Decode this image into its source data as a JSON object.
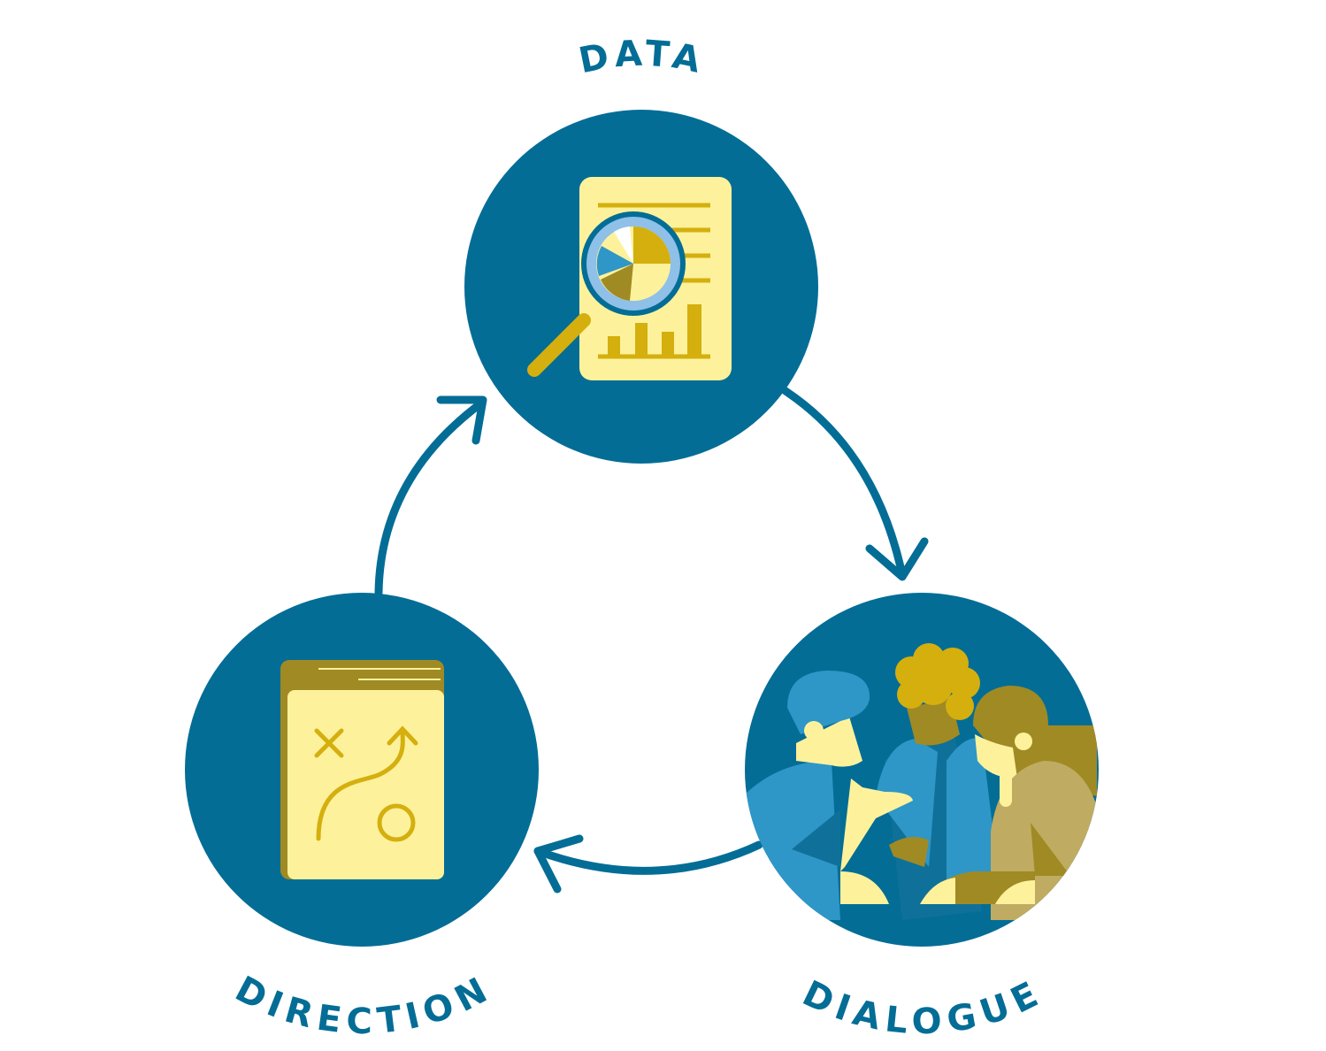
{
  "diagram": {
    "type": "cycle",
    "nodes": [
      {
        "label": "DATA",
        "icon": "magnifier-report-icon"
      },
      {
        "label": "DIALOGUE",
        "icon": "people-discussion-icon"
      },
      {
        "label": "DIRECTION",
        "icon": "strategy-book-icon"
      }
    ],
    "edges": [
      {
        "from": "DATA",
        "to": "DIALOGUE"
      },
      {
        "from": "DIALOGUE",
        "to": "DIRECTION"
      },
      {
        "from": "DIRECTION",
        "to": "DATA"
      }
    ]
  },
  "colors": {
    "primary": "#036d96",
    "yellow": "#fdf29b",
    "gold": "#d4af0e",
    "olive": "#a08a24",
    "light_blue": "#8fc0e8",
    "mid_blue": "#2f96c8"
  }
}
